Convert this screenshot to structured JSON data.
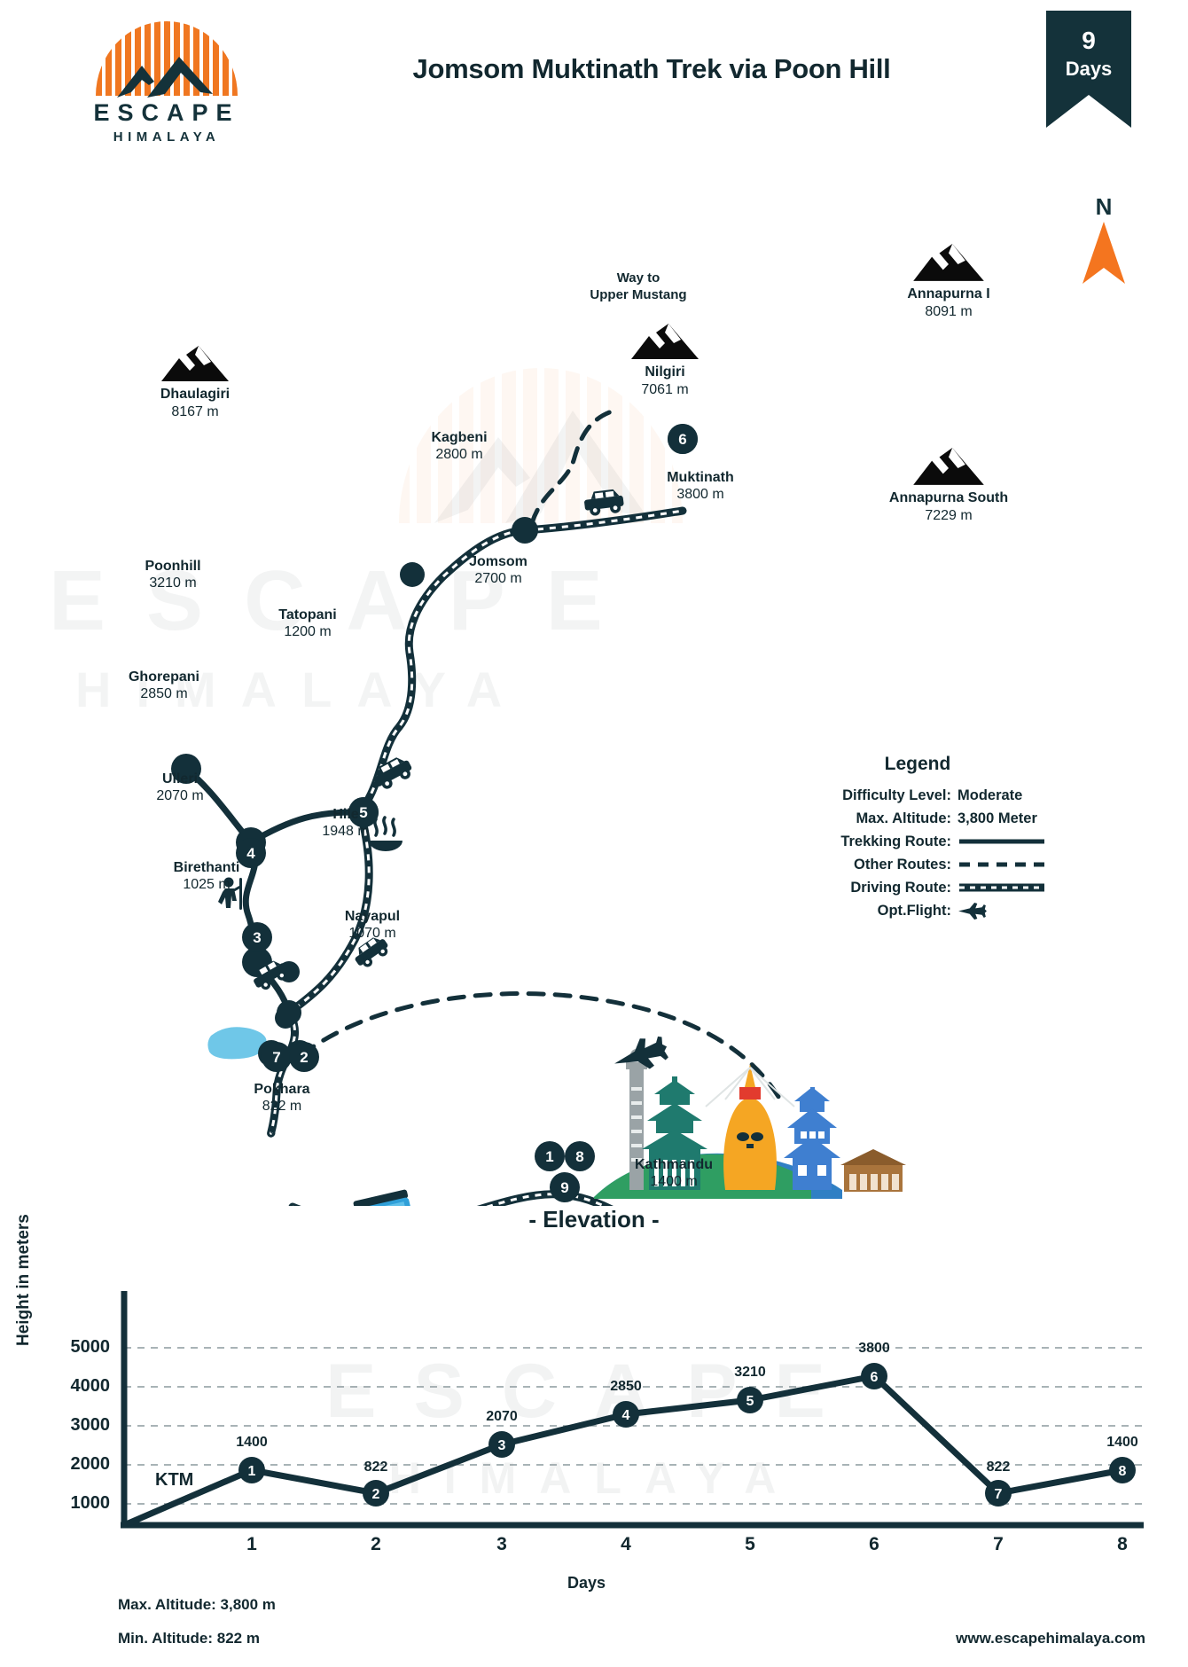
{
  "header": {
    "logo_name": "ESCAPE",
    "logo_sub": "HIMALAYA",
    "title": "Jomsom Muktinath Trek via Poon Hill",
    "badge_number": "9",
    "badge_label": "Days"
  },
  "colors": {
    "brand_orange": "#f07721",
    "brand_dark": "#14323a",
    "route_dark": "#13303a",
    "lake_blue": "#6fc7e8",
    "bus_blue": "#2f9fd8"
  },
  "map": {
    "compass_label": "N",
    "mountains": [
      {
        "name": "Dhaulagiri",
        "altitude": "8167 m"
      },
      {
        "name": "Nilgiri",
        "altitude": "7061 m"
      },
      {
        "name": "Annapurna I",
        "altitude": "8091 m"
      },
      {
        "name": "Annapurna South",
        "altitude": "7229 m"
      }
    ],
    "places": [
      {
        "name": "Poonhill",
        "altitude": "3210 m"
      },
      {
        "name": "Tatopani",
        "altitude": "1200 m"
      },
      {
        "name": "Ghorepani",
        "altitude": "2850 m"
      },
      {
        "name": "Ulleri",
        "altitude": "2070 m"
      },
      {
        "name": "Hile",
        "altitude": "1948 m"
      },
      {
        "name": "Birethanti",
        "altitude": "1025 m"
      },
      {
        "name": "Nayapul",
        "altitude": "1070 m"
      },
      {
        "name": "Pokhara",
        "altitude": "822 m"
      },
      {
        "name": "Kathmandu",
        "altitude": "1400 m"
      },
      {
        "name": "Kagbeni",
        "altitude": "2800 m"
      },
      {
        "name": "Muktinath",
        "altitude": "3800 m"
      },
      {
        "name": "Jomsom",
        "altitude": "2700 m"
      }
    ],
    "note_upper_mustang": "Way to\nUpper Mustang",
    "note_upper_mustang_l1": "Way to",
    "note_upper_mustang_l2": "Upper Mustang",
    "day_markers": [
      "1",
      "2",
      "3",
      "4",
      "5",
      "6",
      "7",
      "8",
      "9"
    ]
  },
  "legend": {
    "title": "Legend",
    "difficulty_key": "Difficulty Level:",
    "difficulty_value": "Moderate",
    "max_alt_key": "Max. Altitude:",
    "max_alt_value": "3,800 Meter",
    "trekking_key": "Trekking Route:",
    "other_key": "Other Routes:",
    "driving_key": "Driving Route:",
    "flight_key": "Opt.Flight:"
  },
  "watermark": {
    "line1": "ESCAPE",
    "line2": "HIMALAYA"
  },
  "chart_data": {
    "type": "line",
    "title": "- Elevation -",
    "xlabel": "Days",
    "ylabel": "Height in meters",
    "categories": [
      "1",
      "2",
      "3",
      "4",
      "5",
      "6",
      "7",
      "8"
    ],
    "values": [
      1400,
      822,
      2070,
      2850,
      3210,
      3800,
      822,
      1400
    ],
    "point_labels": [
      "1400",
      "822",
      "2070",
      "2850",
      "3210",
      "3800",
      "822",
      "1400"
    ],
    "marker_labels": [
      "1",
      "2",
      "3",
      "4",
      "5",
      "6",
      "7",
      "8"
    ],
    "yticks": [
      1000,
      2000,
      3000,
      4000,
      5000
    ],
    "ytick_labels": [
      "1000",
      "2000",
      "3000",
      "4000",
      "5000"
    ],
    "ylim": [
      0,
      5600
    ],
    "xlim": [
      0,
      8.6
    ],
    "origin_label": "KTM",
    "grid": true,
    "legend": "none"
  },
  "footer": {
    "max_altitude": "Max. Altitude: 3,800 m",
    "min_altitude": "Min. Altitude: 822 m",
    "website": "www.escapehimalaya.com"
  }
}
